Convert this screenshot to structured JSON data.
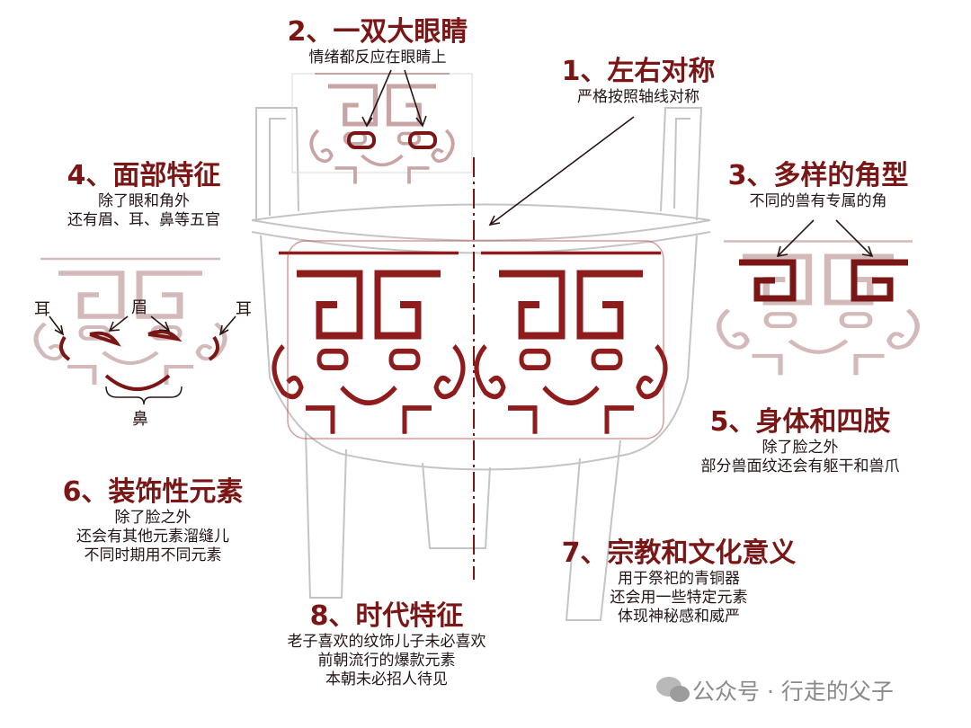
{
  "labels": [
    {
      "title": "2、一双大眼睛",
      "desc": [
        "情绪都反应在眼睛上"
      ]
    },
    {
      "title": "1、左右对称",
      "desc": [
        "严格按照轴线对称"
      ]
    },
    {
      "title": "4、面部特征",
      "desc": [
        "除了眼和角外",
        "还有眉、耳、鼻等五官"
      ]
    },
    {
      "title": "3、多样的角型",
      "desc": [
        "不同的兽有专属的角"
      ]
    },
    {
      "title": "5、身体和四肢",
      "desc": [
        "除了脸之外",
        "部分兽面纹还会有躯干和兽爪"
      ]
    },
    {
      "title": "6、装饰性元素",
      "desc": [
        "除了脸之外",
        "还会有其他元素溜缝儿",
        "不同时期用不同元素"
      ]
    },
    {
      "title": "7、宗教和文化意义",
      "desc": [
        "用于祭祀的青铜器",
        "还会用一些特定元素",
        "体现神秘感和威严"
      ]
    },
    {
      "title": "8、时代特征",
      "desc": [
        "老子喜欢的纹饰儿子未必喜欢",
        "前朝流行的爆款元素",
        "本朝未必招人待见"
      ]
    }
  ],
  "tags": {
    "ear_left": "耳",
    "brow": "眉",
    "ear_right": "耳",
    "nose": "鼻"
  },
  "watermark": "公众号 · 行走的父子",
  "colors": {
    "accent": "#7a1616",
    "sketch": "#bcbcbc",
    "pattern": "#8e1c1c"
  }
}
